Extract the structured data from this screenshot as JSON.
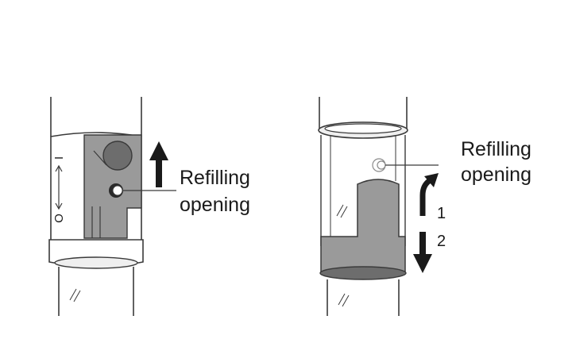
{
  "figure_left": {
    "label_line1": "Refilling",
    "label_line2": "opening",
    "scale_top": "I",
    "scale_bottom": "O"
  },
  "figure_right": {
    "label_line1": "Refilling",
    "label_line2": "opening",
    "step1": "1",
    "step2": "2"
  },
  "colors": {
    "line": "#3a3a3a",
    "cap_gray": "#9a9a9a",
    "cap_dark": "#6d6d6d",
    "ring_light": "#efefef",
    "arrow": "#1a1a1a"
  }
}
